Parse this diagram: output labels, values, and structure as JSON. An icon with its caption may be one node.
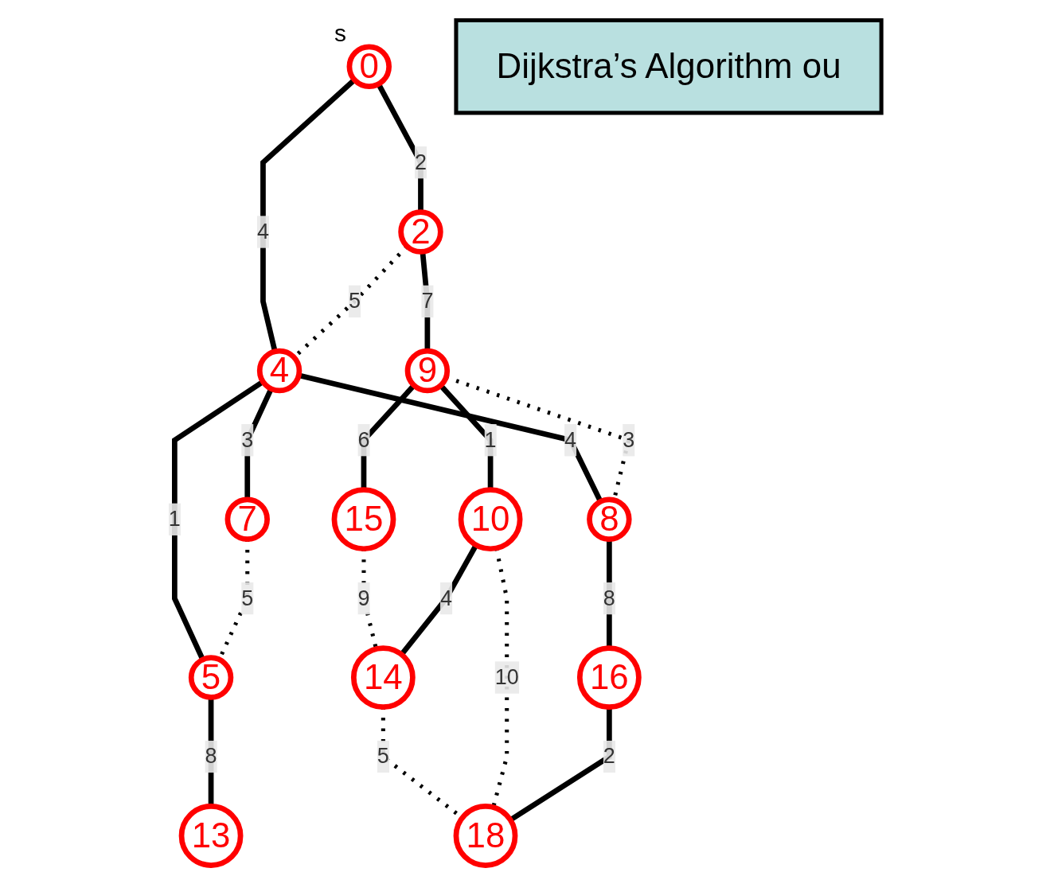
{
  "diagram": {
    "nodes": [
      {
        "text": [
          "0"
        ],
        "beside": [
          "s"
        ]
      },
      {
        "text": [
          "2"
        ]
      },
      {
        "text": [
          "4"
        ]
      },
      {
        "text": [
          "9"
        ]
      },
      {
        "text": [
          "7"
        ]
      },
      {
        "text": [
          "5"
        ]
      },
      {
        "text": [
          "15"
        ]
      },
      {
        "text": [
          "8"
        ]
      },
      {
        "text": [
          "13"
        ]
      },
      {
        "text": [
          "14"
        ]
      },
      {
        "text": [
          "16"
        ]
      },
      {
        "text": [
          "10"
        ]
      },
      {
        "text": [
          "18"
        ]
      },
      {
        "text": [
          "Dijkstra’s Algorithm ou"
        ]
      }
    ],
    "edges": [
      {
        "from": 0,
        "to": 1,
        "arrow": "none",
        "label": "2"
      },
      {
        "from": 0,
        "to": 2,
        "arrow": "none",
        "label": "4"
      },
      {
        "from": 1,
        "to": 2,
        "arrow": "none",
        "label": "5",
        "style": "dashed"
      },
      {
        "from": 1,
        "to": 3,
        "arrow": "none",
        "label": "7"
      },
      {
        "from": 2,
        "to": 4,
        "arrow": "none",
        "label": "3"
      },
      {
        "from": 2,
        "to": 5,
        "arrow": "none",
        "label": "1"
      },
      {
        "from": 2,
        "to": 7,
        "arrow": "none",
        "label": "4"
      },
      {
        "from": 3,
        "to": 6,
        "arrow": "none",
        "label": "6"
      },
      {
        "from": 3,
        "to": 7,
        "arrow": "none",
        "label": "3",
        "style": "dashed"
      },
      {
        "from": 3,
        "to": 11,
        "arrow": "none",
        "label": "1"
      },
      {
        "from": 4,
        "to": 5,
        "arrow": "none",
        "label": "5",
        "style": "dashed"
      },
      {
        "from": 5,
        "to": 8,
        "arrow": "none",
        "label": "8"
      },
      {
        "from": 6,
        "to": 9,
        "arrow": "none",
        "label": "9",
        "style": "dashed"
      },
      {
        "from": 7,
        "to": 10,
        "arrow": "none",
        "label": "8"
      },
      {
        "from": 11,
        "to": 9,
        "arrow": "none",
        "label": "4"
      },
      {
        "from": 9,
        "to": 12,
        "arrow": "none",
        "label": "5",
        "style": "dashed"
      },
      {
        "from": 11,
        "to": 12,
        "arrow": "none",
        "label": "10",
        "style": "dashed"
      },
      {
        "from": 10,
        "to": 12,
        "arrow": "none",
        "label": "2"
      }
    ]
  }
}
